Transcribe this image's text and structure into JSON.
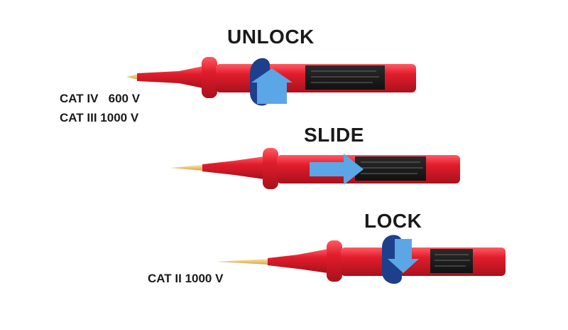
{
  "steps": {
    "unlock": "UNLOCK",
    "slide": "SLIDE",
    "lock": "LOCK"
  },
  "ratings": {
    "probe1_line1": "CAT IV   600 V",
    "probe1_line2": "CAT III 1000 V",
    "probe3_line1": "CAT II 1000 V"
  },
  "colors": {
    "probe_red": "#e11d2c",
    "probe_dark_red": "#b3131f",
    "tip_gold": "#f2c46d",
    "arrow_light_blue": "#5aa6e6",
    "arrow_dark_blue": "#1e3f8c",
    "label_dark": "#1a1a1a"
  }
}
